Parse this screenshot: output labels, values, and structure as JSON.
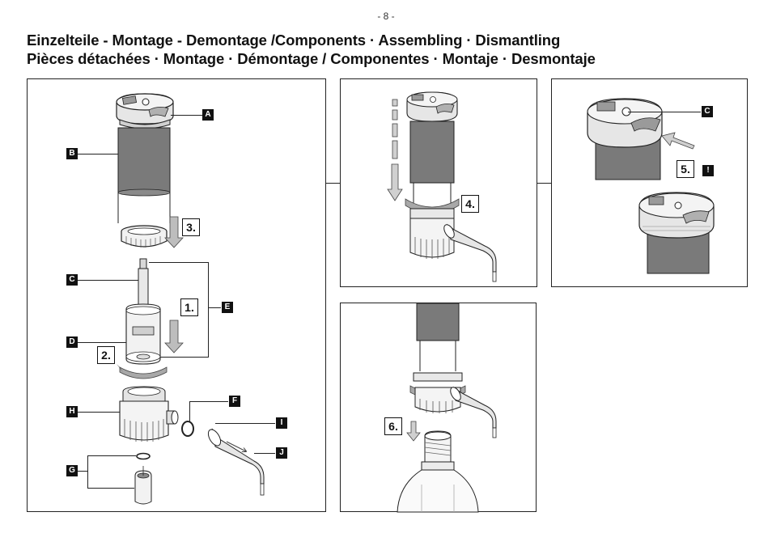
{
  "page_number": "- 8 -",
  "title": {
    "line1": "Einzelteile - Montage - Demontage /Components · Assembling · Dismantling",
    "line2": "Pièces détachées · Montage · Démontage / Componentes · Montaje · Desmontaje"
  },
  "labels": {
    "A": "A",
    "B": "B",
    "C": "C",
    "D": "D",
    "E": "E",
    "F": "F",
    "G": "G",
    "H": "H",
    "I": "I",
    "J": "J",
    "warning": "!"
  },
  "steps": {
    "s1": "1.",
    "s2": "2.",
    "s3": "3.",
    "s4": "4.",
    "s5": "5.",
    "s6": "6."
  },
  "colors": {
    "dark_gray": "#7a7a7a",
    "mid_gray": "#a8a8a8",
    "light_gray": "#d6d6d6",
    "line": "#222222"
  }
}
